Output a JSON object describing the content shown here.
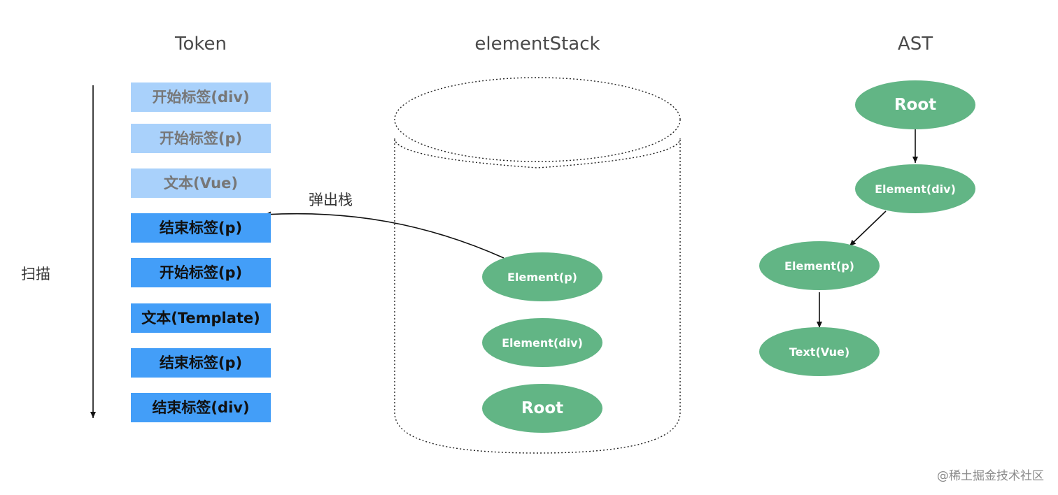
{
  "titles": {
    "token": "Token",
    "stack": "elementStack",
    "ast": "AST"
  },
  "tokens": [
    {
      "label": "开始标签(div)",
      "state": "processed"
    },
    {
      "label": "开始标签(p)",
      "state": "processed"
    },
    {
      "label": "文本(Vue)",
      "state": "processed"
    },
    {
      "label": "结束标签(p)",
      "state": "pending"
    },
    {
      "label": "开始标签(p)",
      "state": "pending"
    },
    {
      "label": "文本(Template)",
      "state": "pending"
    },
    {
      "label": "结束标签(p)",
      "state": "pending"
    },
    {
      "label": "结束标签(div)",
      "state": "pending"
    }
  ],
  "scan_label": "扫描",
  "pop_label": "弹出栈",
  "stack_nodes": {
    "top": "Element(p)",
    "middle": "Element(div)",
    "bottom": "Root"
  },
  "ast_nodes": {
    "root": "Root",
    "element_div": "Element(div)",
    "element_p": "Element(p)",
    "text": "Text(Vue)"
  },
  "watermark": "@稀土掘金技术社区",
  "colors": {
    "token_processed": "#a9d1fb",
    "token_pending": "#439ef8",
    "node_fill": "#62b585"
  }
}
